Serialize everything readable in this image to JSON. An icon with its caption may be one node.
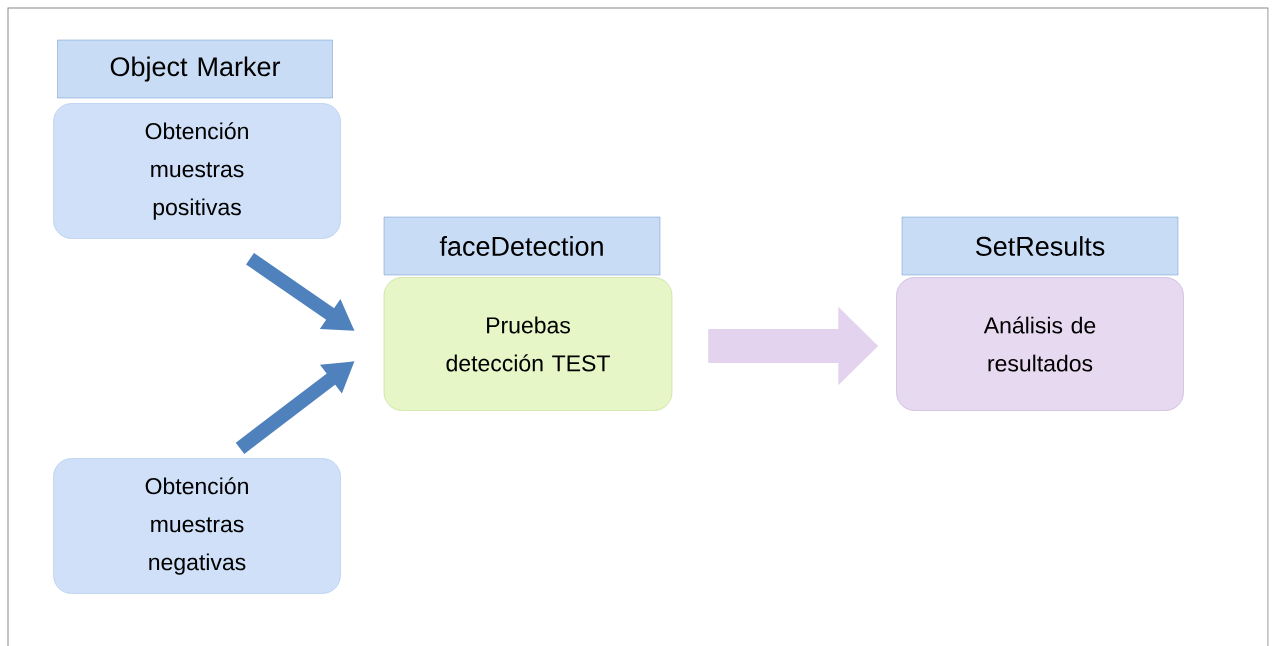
{
  "diagram": {
    "nodes": [
      {
        "text": [
          "Object Marker"
        ]
      },
      {
        "text": [
          "Obtención muestras positivas"
        ]
      },
      {
        "text": [
          "faceDetection"
        ]
      },
      {
        "text": [
          "Pruebas detección TEST"
        ]
      },
      {
        "text": [
          "SetResults"
        ]
      },
      {
        "text": [
          "Análisis de resultados"
        ]
      },
      {
        "text": [
          "Obtención muestras negativas"
        ]
      }
    ],
    "edges": [
      {
        "from": 1,
        "to": 3,
        "arrow": "to"
      },
      {
        "from": 6,
        "to": 3,
        "arrow": "to"
      },
      {
        "from": 3,
        "to": 5,
        "arrow": "to",
        "style": "thick",
        "color": "#e3d3ef"
      }
    ]
  }
}
